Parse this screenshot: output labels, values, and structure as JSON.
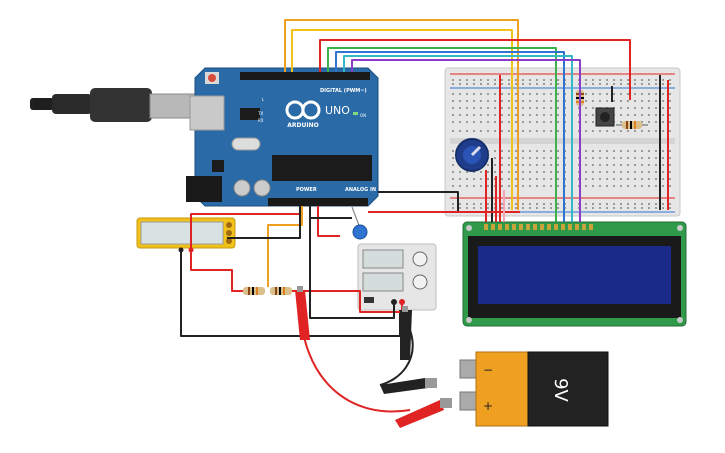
{
  "arduino": {
    "brand": "ARDUINO",
    "model": "UNO",
    "digital_header": "DIGITAL (PWM~)",
    "power_label": "POWER",
    "analog_label": "ANALOG IN",
    "led_on": "ON",
    "led_l": "L",
    "led_tx": "TX",
    "led_rx": "RX"
  },
  "battery": {
    "label": "9V",
    "minus": "−",
    "plus": "+"
  },
  "colors": {
    "board": "#2a6aa6",
    "wire_red": "#e02424",
    "wire_black": "#222222",
    "wire_orange": "#f0a020",
    "wire_yellow": "#f2c21b",
    "wire_green": "#3cb04a",
    "wire_blue": "#2f74d0",
    "wire_purple": "#8a3ec8",
    "wire_teal": "#33b8c8",
    "breadboard": "#e6e6e6",
    "lcd_pcb": "#2e9a4a",
    "lcd_screen": "#1a2a88"
  }
}
